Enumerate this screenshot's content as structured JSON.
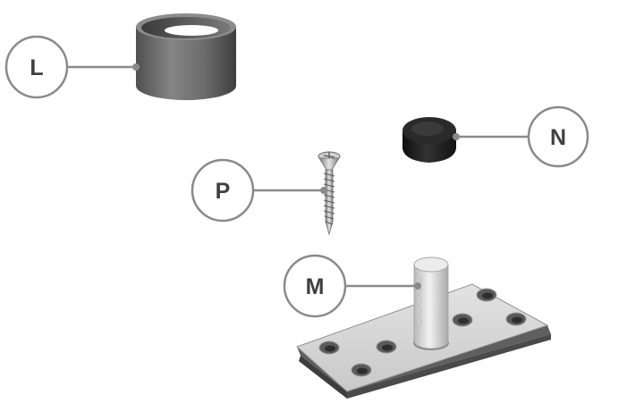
{
  "callouts": {
    "L": "L",
    "N": "N",
    "P": "P",
    "M": "M"
  },
  "colors": {
    "callout_stroke": "#8a8a8a",
    "callout_text": "#404040",
    "sleeve": "#6e6e6e",
    "cap": "#1e1e1e",
    "plate": "#d2d2d2",
    "pin": "#dcdcdc"
  },
  "parts": [
    {
      "id": "L",
      "name": "sleeve"
    },
    {
      "id": "N",
      "name": "cap"
    },
    {
      "id": "P",
      "name": "screw"
    },
    {
      "id": "M",
      "name": "pivot-plate"
    }
  ]
}
